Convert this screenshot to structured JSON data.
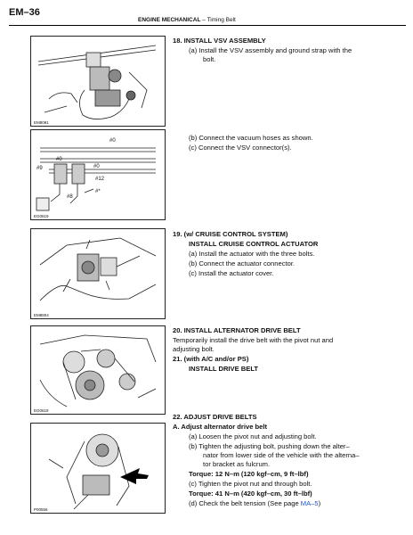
{
  "page": {
    "number": "EM–36",
    "header_section": "ENGINE MECHANICAL",
    "header_dash": "–",
    "header_topic": "Timing Belt"
  },
  "figures": [
    {
      "code": "EM8081",
      "icon": "vsv-assembly-illustration"
    },
    {
      "code": "EG0619",
      "icon": "vacuum-hose-diagram",
      "labels": [
        "#0",
        "#9",
        "#0",
        "#0",
        "#12",
        "#8",
        "#*"
      ]
    },
    {
      "code": "EM8804",
      "icon": "cruise-actuator-illustration"
    },
    {
      "code": "EG0618",
      "icon": "drive-belt-illustration"
    },
    {
      "code": "P00556",
      "icon": "alternator-bolt-illustration"
    }
  ],
  "sections": {
    "s18": {
      "title": "18. INSTALL VSV ASSEMBLY",
      "a_line1": "(a) Install the VSV assembly and ground strap with the",
      "a_line2": "bolt.",
      "b": "(b) Connect the vacuum hoses as shown.",
      "c": "(c) Connect the VSV connector(s)."
    },
    "s19": {
      "title": "19. (w/ CRUISE CONTROL SYSTEM)",
      "subtitle": "INSTALL CRUISE CONTROL ACTUATOR",
      "a": "(a) Install the actuator with the three bolts.",
      "b": "(b) Connect the actuator connector.",
      "c": "(c) Install the actuator cover."
    },
    "s20": {
      "title": "20. INSTALL ALTERNATOR DRIVE BELT",
      "body_line1": "Temporarily install the drive belt with the pivot nut and",
      "body_line2": "adjusting bolt."
    },
    "s21": {
      "title": "21. (with A/C and/or PS)",
      "subtitle": "INSTALL DRIVE BELT"
    },
    "s22": {
      "title": "22. ADJUST DRIVE BELTS",
      "subtitle": "A. Adjust alternator drive belt",
      "a": "(a) Loosen the pivot nut and adjusting bolt.",
      "b_line1": "(b) Tighten the adjusting bolt, pushing down the alter–",
      "b_line2": "nator from lower side of the vehicle with the alterna–",
      "b_line3": "tor bracket as fulcrum.",
      "torque1": "Torque: 12 N–m (120 kgf–cm, 9 ft–lbf)",
      "c": "(c) Tighten the pivot nut and through bolt.",
      "torque2": "Torque: 41 N–m (420 kgf–cm, 30 ft–lbf)",
      "d_text": "(d) Check the belt tension (See page ",
      "d_link": "MA–5",
      "d_close": ")"
    }
  }
}
